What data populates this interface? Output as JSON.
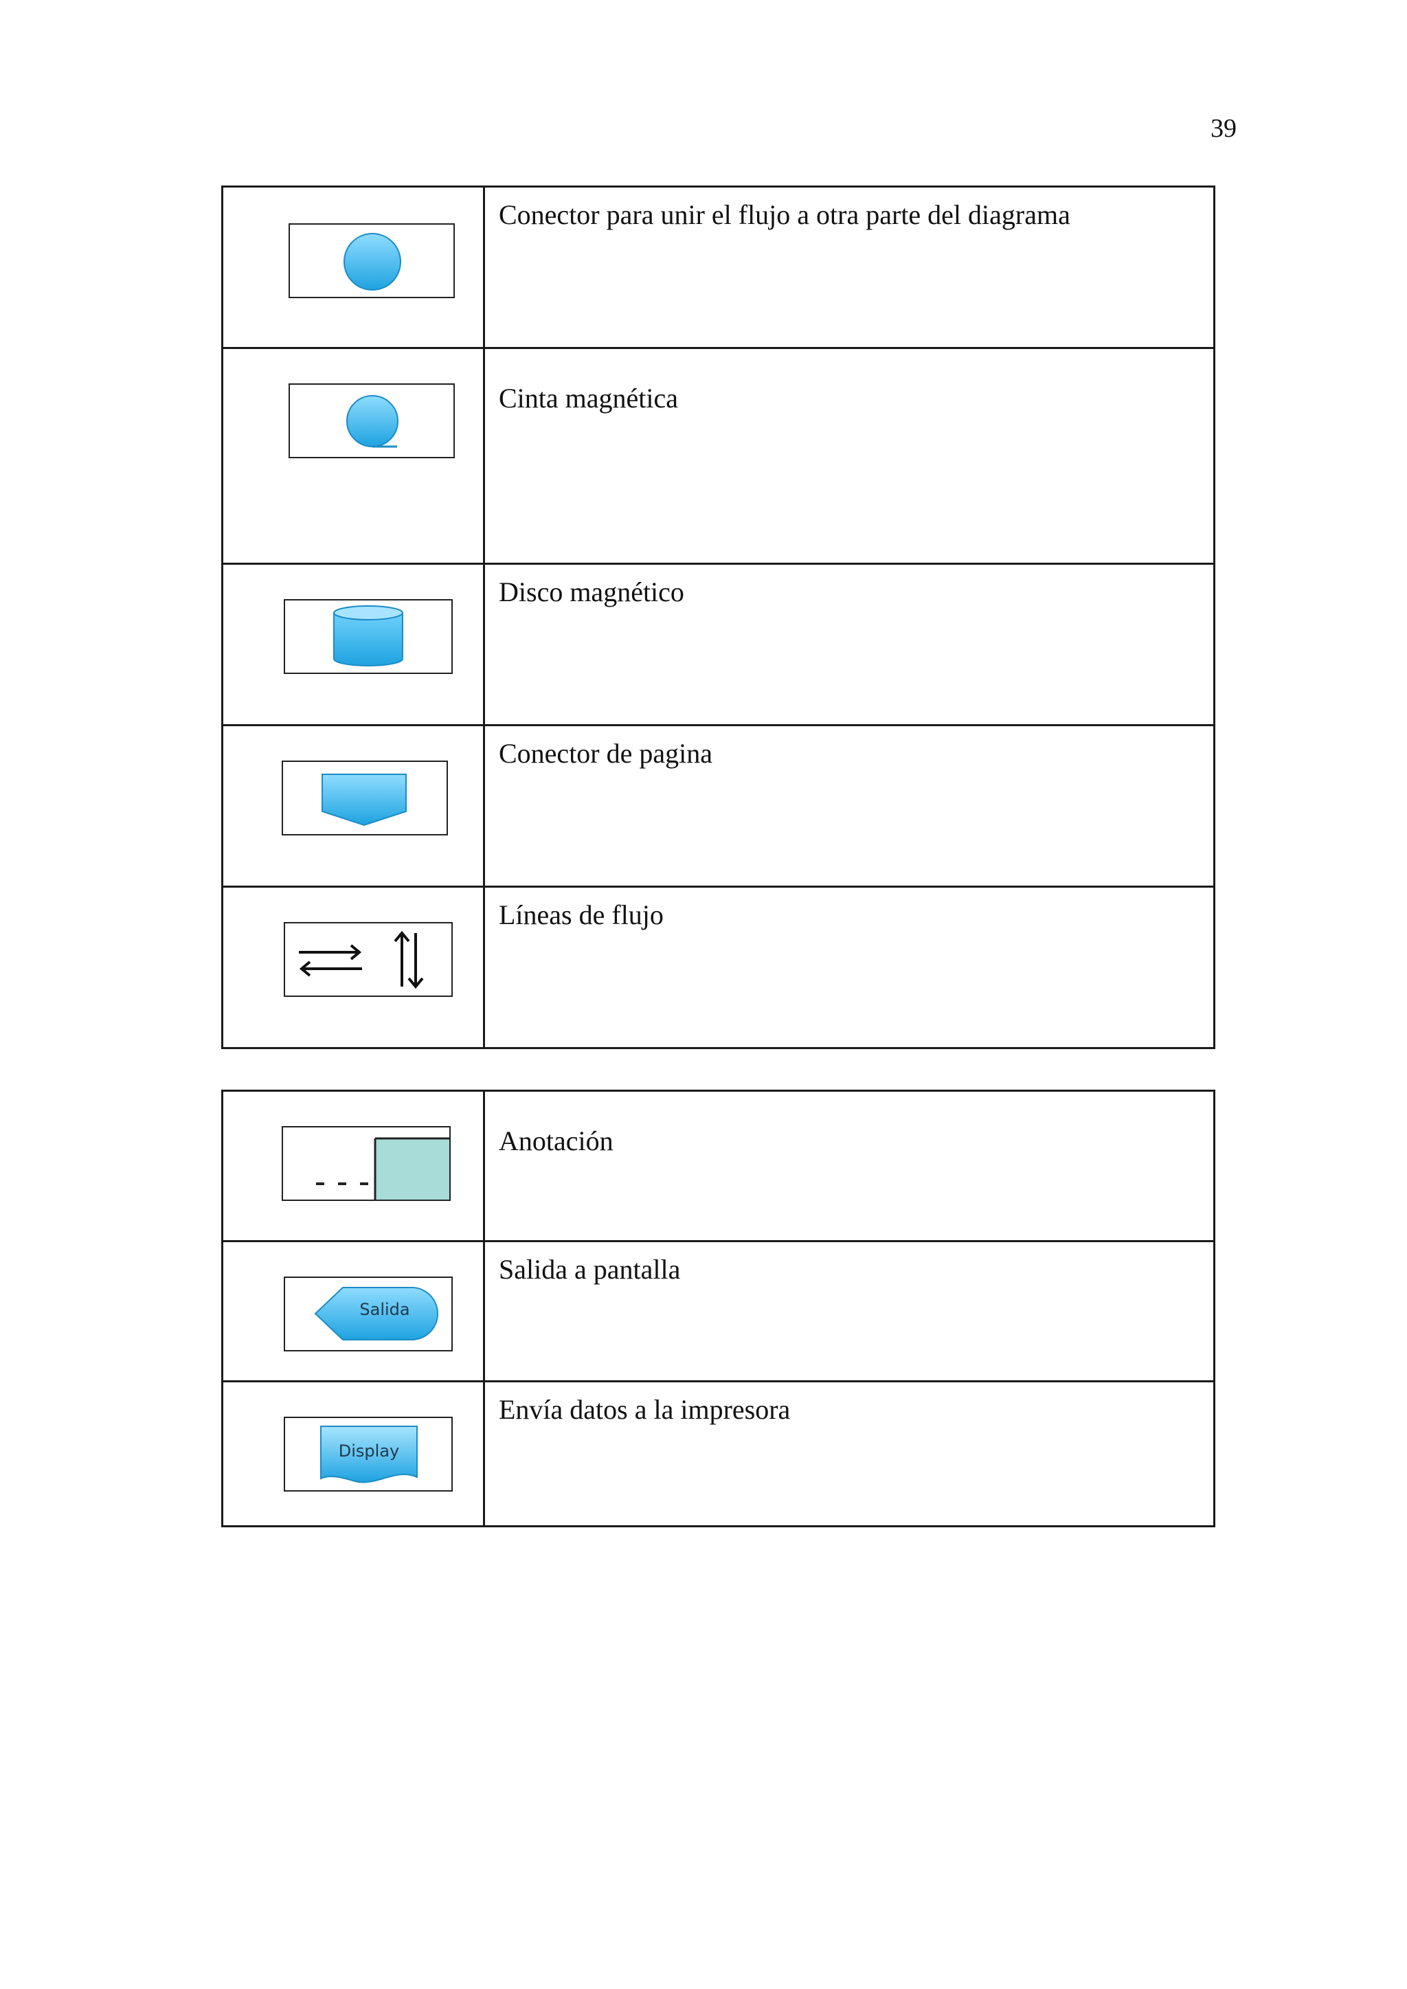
{
  "page": {
    "number": "39"
  },
  "table1": {
    "rows": [
      {
        "icon": "connector-circle-icon",
        "label": "Conector para unir el flujo a otra parte del diagrama"
      },
      {
        "icon": "magnetic-tape-icon",
        "label": "Cinta magnética"
      },
      {
        "icon": "magnetic-disk-icon",
        "label": "Disco magnético"
      },
      {
        "icon": "page-connector-icon",
        "label": "Conector de pagina"
      },
      {
        "icon": "flow-lines-icon",
        "label": "Líneas de flujo"
      }
    ]
  },
  "table2": {
    "rows": [
      {
        "icon": "annotation-icon",
        "label": "Anotación"
      },
      {
        "icon": "display-output-icon",
        "label": "Salida a pantalla",
        "icon_text": "Salida"
      },
      {
        "icon": "document-printer-icon",
        "label": "Envía datos a la impresora",
        "icon_text": "Display"
      }
    ]
  },
  "colors": {
    "symbol_fill": "#3bb4ec",
    "annotation_fill": "#a8dcd8"
  }
}
